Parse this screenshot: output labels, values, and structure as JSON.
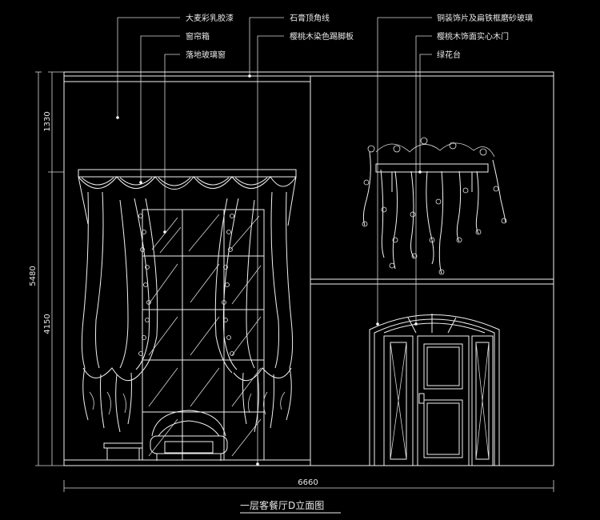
{
  "annotations": {
    "paint": "大麦彩乳胶漆",
    "curtain_box": "窗帘箱",
    "window": "落地玻璃窗",
    "cornice": "石膏顶角线",
    "skirting": "樱桃木染色踢脚板",
    "glass": "铜装饰片及扁铁框磨砂玻璃",
    "door": "樱桃木饰面实心木门",
    "planter": "绿花台"
  },
  "dimensions": {
    "top_height": "1330",
    "lower_height": "4150",
    "total_height": "5480",
    "total_width": "6660"
  },
  "drawing_title": "一层客餐厅D立面图",
  "colors": {
    "background": "#000000",
    "line": "#f2f2f2"
  }
}
